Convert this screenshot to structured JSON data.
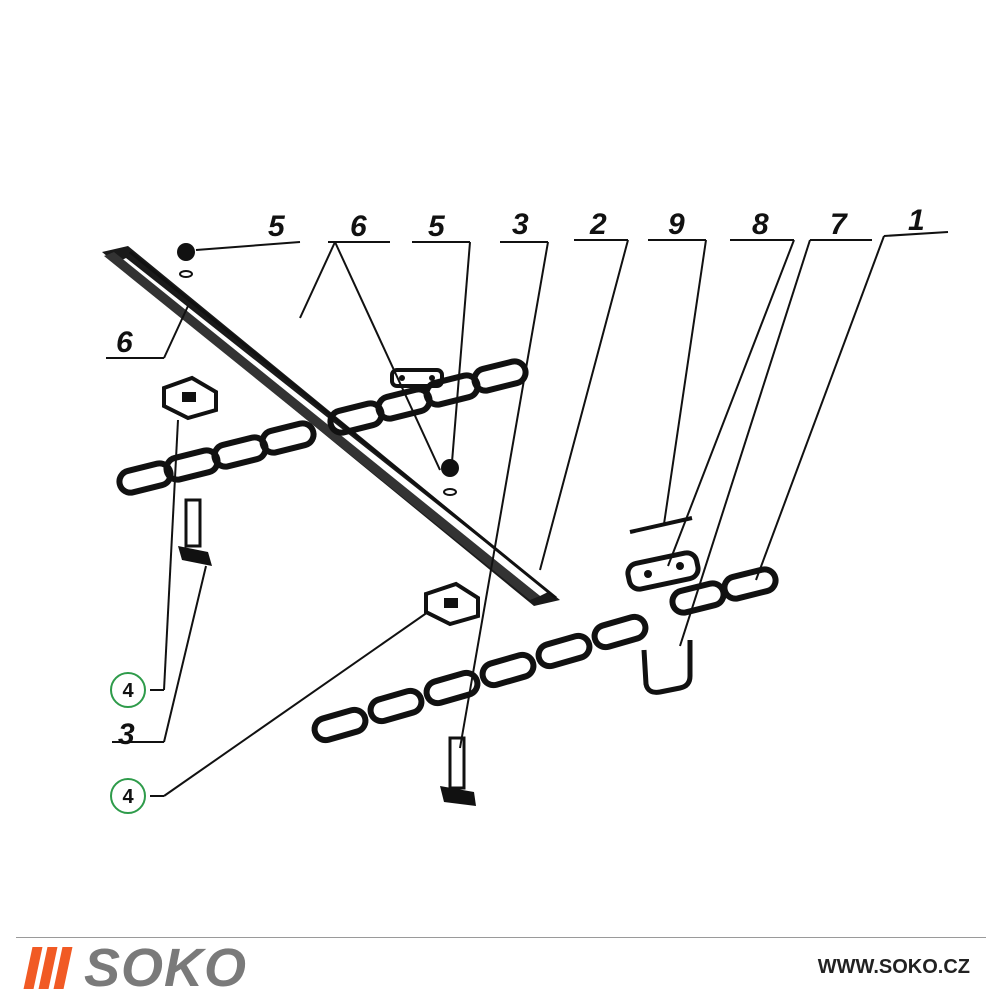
{
  "diagram": {
    "callouts_top": [
      "5",
      "6",
      "5",
      "3",
      "2",
      "9",
      "8",
      "7",
      "1"
    ],
    "callout_left": "6",
    "callouts_bottom_left": {
      "circled_a": "4",
      "plain": "3",
      "circled_b": "4"
    },
    "circle_color": "#2e9b4a"
  },
  "footer": {
    "brand": "SOKO",
    "brand_color": "#7a7a7a",
    "accent_color": "#f15a24",
    "url": "WWW.SOKO.CZ"
  }
}
